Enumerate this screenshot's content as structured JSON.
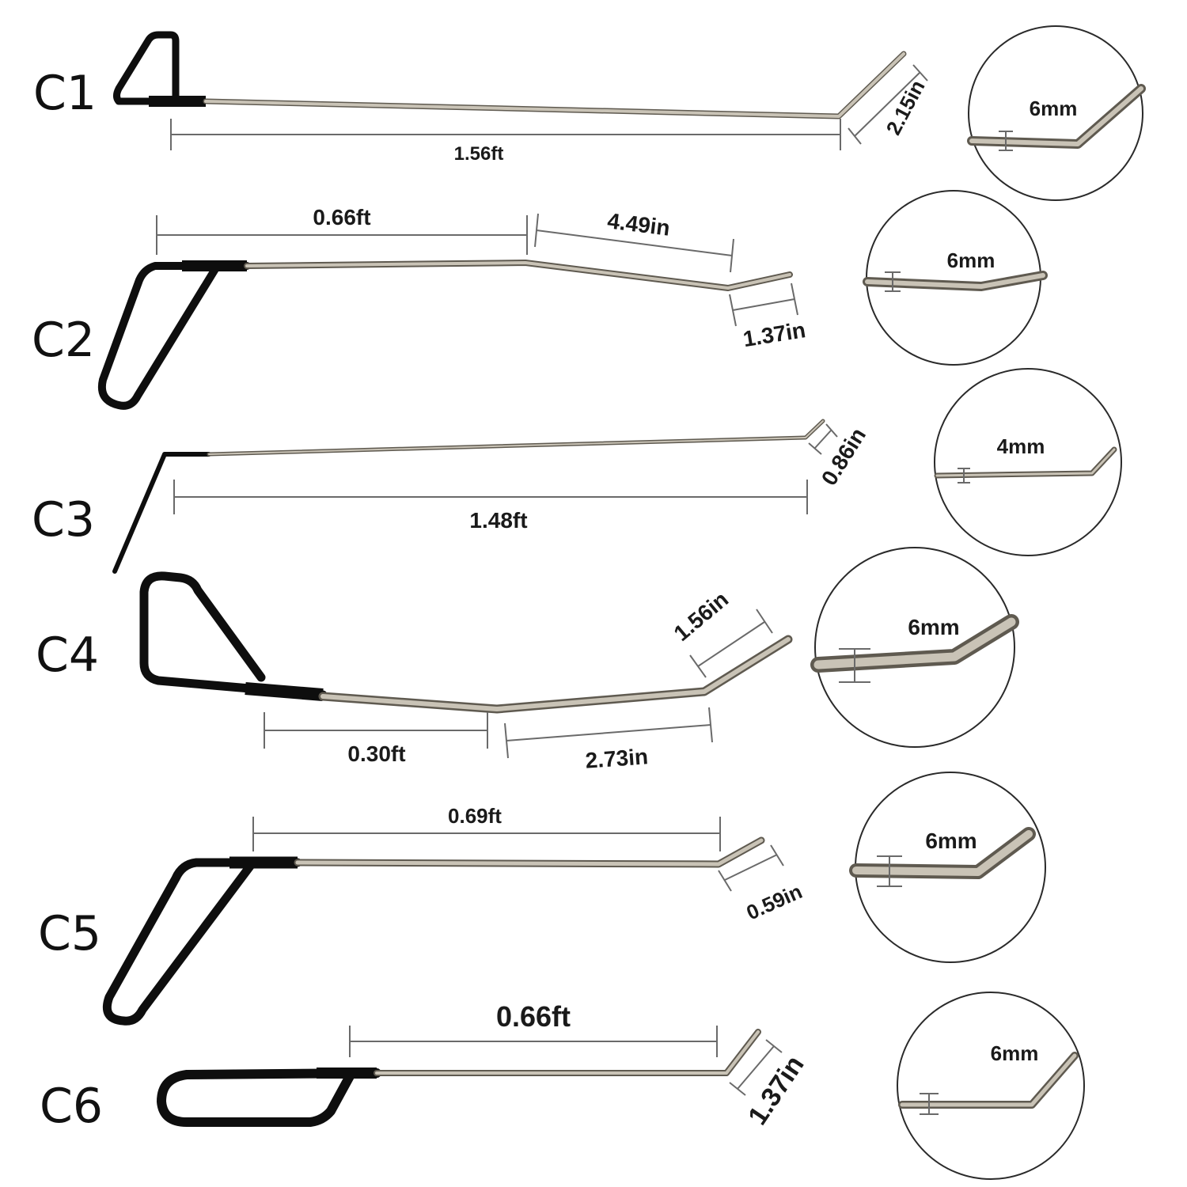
{
  "tools": [
    {
      "id": "C1",
      "label": "C1",
      "rod_diameter": "6mm",
      "dimensions": [
        "1.56ft",
        "2.15in"
      ]
    },
    {
      "id": "C2",
      "label": "C2",
      "rod_diameter": "6mm",
      "dimensions": [
        "0.66ft",
        "4.49in",
        "1.37in"
      ]
    },
    {
      "id": "C3",
      "label": "C3",
      "rod_diameter": "4mm",
      "dimensions": [
        "1.48ft",
        "0.86in"
      ]
    },
    {
      "id": "C4",
      "label": "C4",
      "rod_diameter": "6mm",
      "dimensions": [
        "1.56in",
        "0.30ft",
        "2.73in"
      ]
    },
    {
      "id": "C5",
      "label": "C5",
      "rod_diameter": "6mm",
      "dimensions": [
        "0.69ft",
        "0.59in"
      ]
    },
    {
      "id": "C6",
      "label": "C6",
      "rod_diameter": "6mm",
      "dimensions": [
        "0.66ft",
        "1.37in"
      ]
    }
  ],
  "colors": {
    "handle": "#0e0e0e",
    "rod": "#c9c3b6",
    "rod_edge": "#5f5a50",
    "dimension_line": "#6a6a6a",
    "text": "#1a1a1a"
  }
}
